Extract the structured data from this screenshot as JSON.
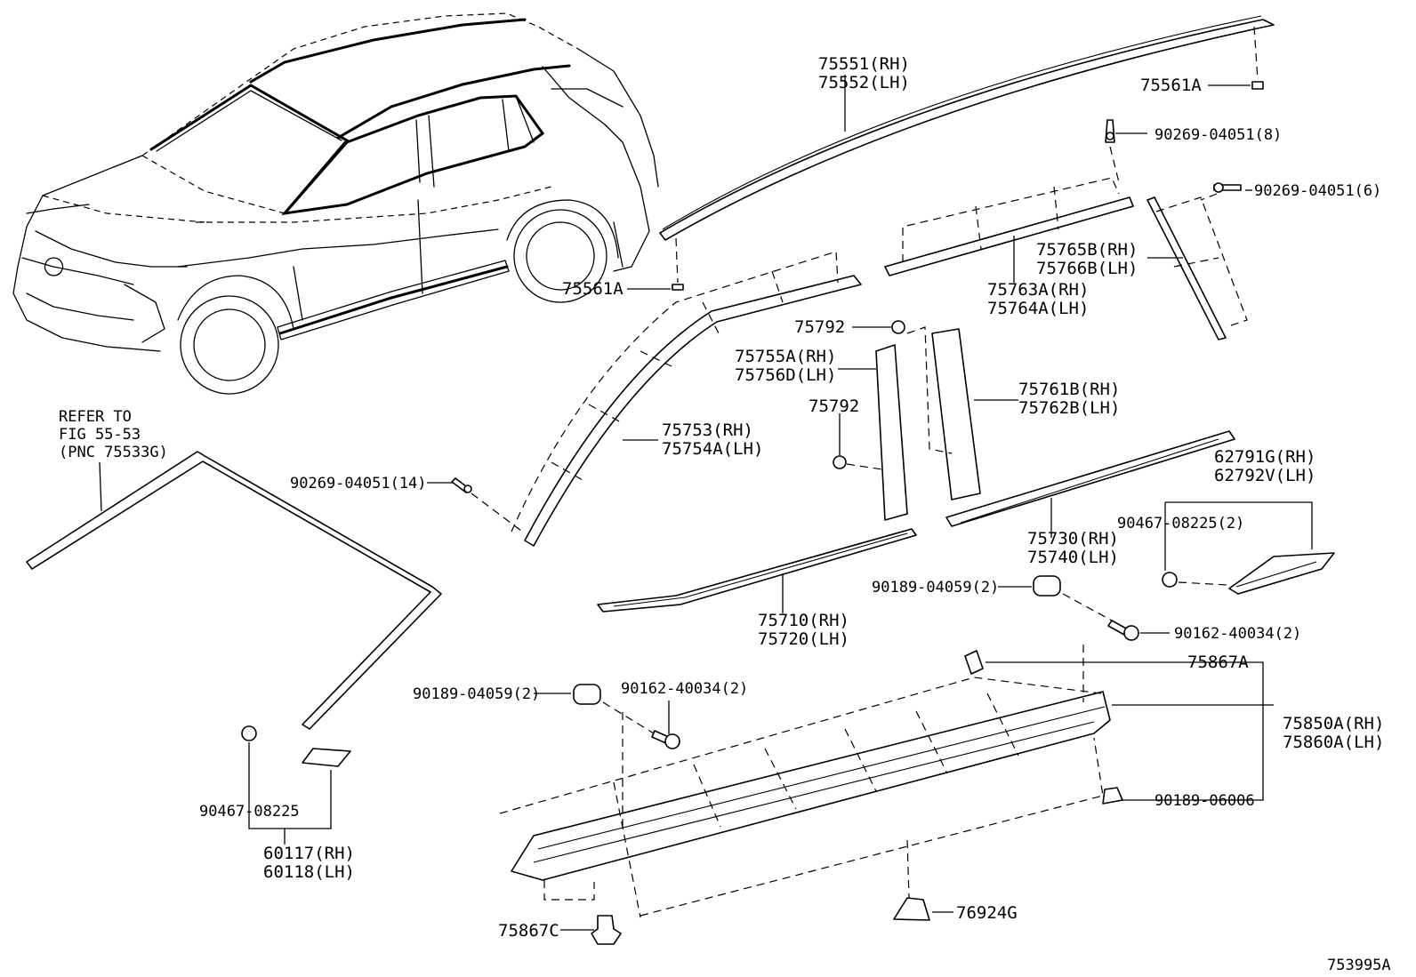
{
  "labels": {
    "p75551": "75551(RH)",
    "p75552": "75552(LH)",
    "p75561a_top": "75561A",
    "p90269_8": "90269-04051(8)",
    "p90269_6": "90269-04051(6)",
    "p75765b": "75765B(RH)",
    "p75766b": "75766B(LH)",
    "p75763a": "75763A(RH)",
    "p75764a": "75764A(LH)",
    "p75561a_low": "75561A",
    "p75792_a": "75792",
    "p75755a": "75755A(RH)",
    "p75756d": "75756D(LH)",
    "p75792_b": "75792",
    "p75761b": "75761B(RH)",
    "p75762b": "75762B(LH)",
    "p75753": "75753(RH)",
    "p75754a": "75754A(LH)",
    "refer1": "REFER TO",
    "refer2": "FIG 55-53",
    "refer3": "(PNC 75533G)",
    "p90269_14": "90269-04051(14)",
    "p62791g": "62791G(RH)",
    "p62792v": "62792V(LH)",
    "p90467_2": "90467-08225(2)",
    "p75730": "75730(RH)",
    "p75740": "75740(LH)",
    "p90189_a": "90189-04059(2)",
    "p75710": "75710(RH)",
    "p75720": "75720(LH)",
    "p90162_a": "90162-40034(2)",
    "p75867a": "75867A",
    "p90189_b": "90189-04059(2)",
    "p90162_b": "90162-40034(2)",
    "p75850a": "75850A(RH)",
    "p75860a": "75860A(LH)",
    "p90189_06006": "90189-06006",
    "p90467": "90467-08225",
    "p60117": "60117(RH)",
    "p60118": "60118(LH)",
    "p75867c": "75867C",
    "p76924g": "76924G",
    "figure_id": "753995A"
  },
  "icons": {
    "vehicle": "suv-outline-icon",
    "clip": "clip-icon",
    "screw": "screw-icon",
    "nut": "nut-icon",
    "grommet": "grommet-icon"
  }
}
